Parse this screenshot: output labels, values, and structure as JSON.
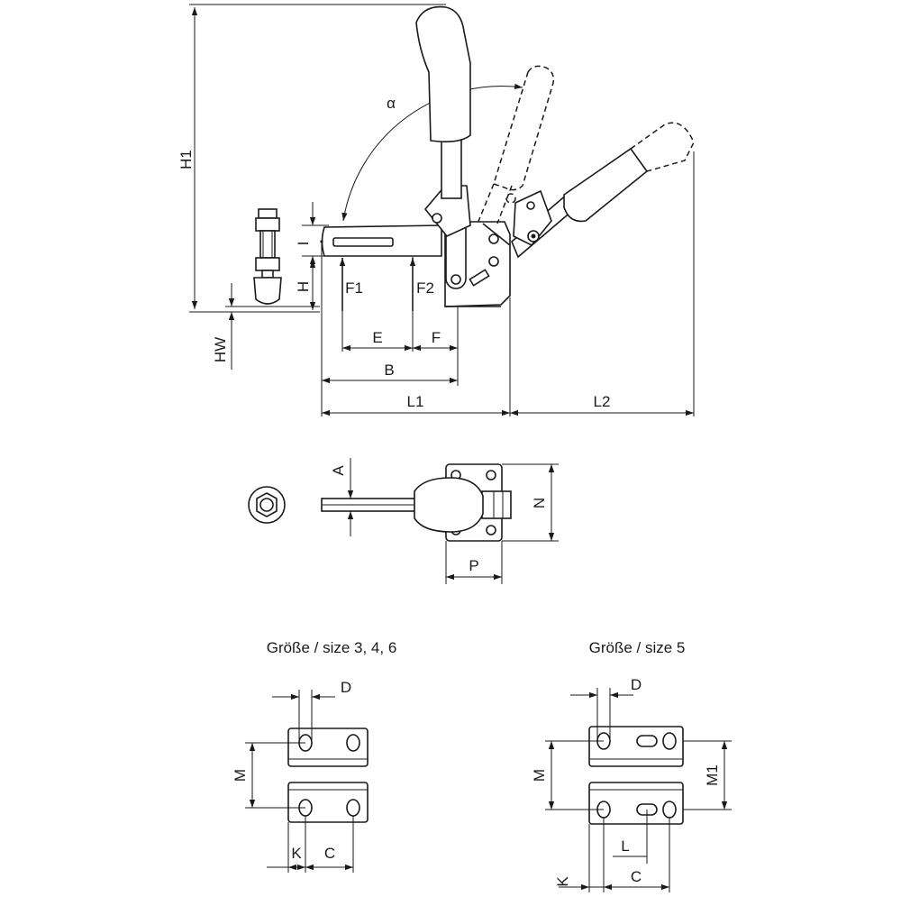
{
  "side_view": {
    "dims": {
      "H1": "H1",
      "H": "H",
      "I": "I",
      "HW": "HW",
      "F1": "F1",
      "F2": "F2",
      "E": "E",
      "F": "F",
      "B": "B",
      "L1": "L1",
      "L2": "L2",
      "alpha": "α"
    }
  },
  "top_view": {
    "dims": {
      "A": "A",
      "N": "N",
      "P": "P"
    }
  },
  "base_size_346": {
    "title": "Größe / size 3, 4, 6",
    "dims": {
      "D": "D",
      "M": "M",
      "K": "K",
      "C": "C"
    }
  },
  "base_size_5": {
    "title": "Größe / size 5",
    "dims": {
      "D": "D",
      "M": "M",
      "M1": "M1",
      "L": "L",
      "K": "K",
      "C": "C"
    }
  }
}
